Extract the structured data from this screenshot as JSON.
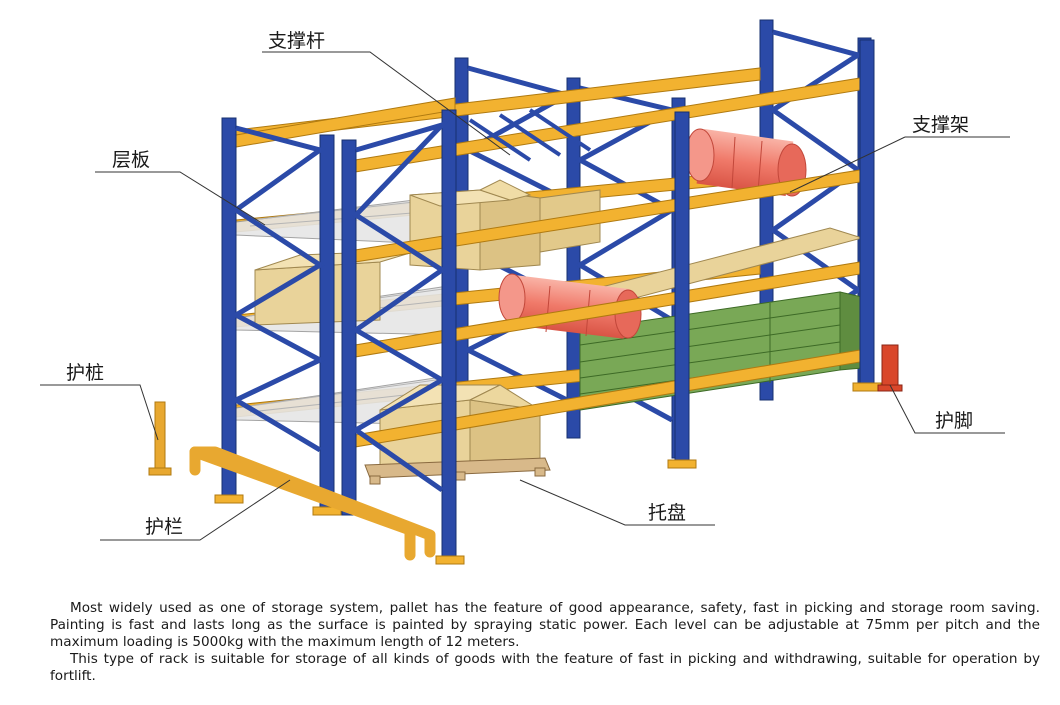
{
  "labels": {
    "brace": "支撑杆",
    "shelf": "层板",
    "support": "支撑架",
    "post": "护桩",
    "guardrail": "护栏",
    "footguard": "护脚",
    "pallet": "托盘"
  },
  "description": {
    "paragraph1": "Most widely used as one of storage system, pallet has the feature of good appearance, safety, fast in picking and storage room saving. Painting is fast and lasts long as the surface is painted by spraying static power. Each level can be adjustable at 75mm per pitch and the maximum loading is 5000kg with the maximum length of 12 meters.",
    "paragraph2": "This type of rack is suitable for storage of all kinds of goods with the feature of fast in picking and withdrawing, suitable for operation by fortlift."
  },
  "colors": {
    "upright": "#2b4aa8",
    "beam": "#f2b230",
    "box": "#e9d39a",
    "drum": "#f07a6a",
    "crate": "#79a856",
    "guard": "#e8a830",
    "footguard": "#d9472b"
  }
}
